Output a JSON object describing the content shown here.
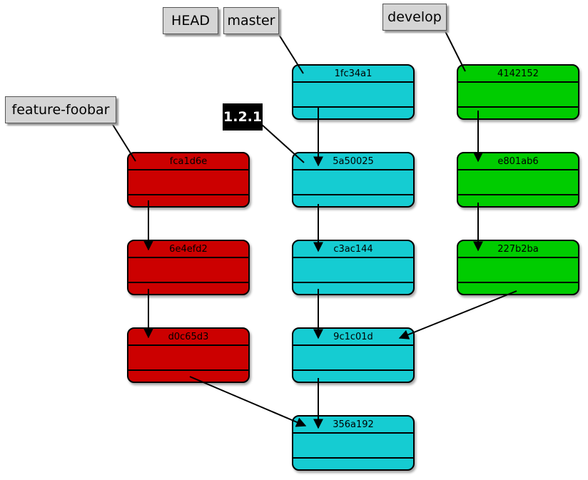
{
  "labels": {
    "head": "HEAD",
    "master": "master",
    "develop": "develop",
    "feature": "feature-foobar",
    "tag": "1.2.1"
  },
  "commits": {
    "m1": "1fc34a1",
    "m2": "5a50025",
    "m3": "c3ac144",
    "m4": "9c1c01d",
    "m5": "356a192",
    "f1": "fca1d6e",
    "f2": "6e4efd2",
    "f3": "d0c65d3",
    "d1": "4142152",
    "d2": "e801ab6",
    "d3": "227b2ba"
  },
  "colors": {
    "feature_branch": "#cc0000",
    "master_branch": "#15ccd2",
    "develop_branch": "#00cc00"
  }
}
